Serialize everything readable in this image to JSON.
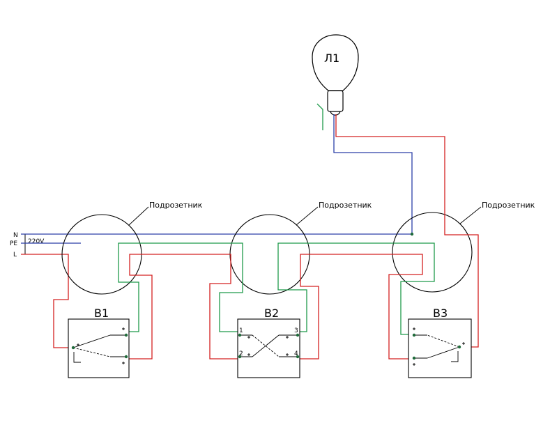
{
  "colors": {
    "phase": "#d42020",
    "neutral": "#2a3fa8",
    "ground": "#1f9a4a",
    "outline": "#000000",
    "dot": "#1f6b3a"
  },
  "lamp": {
    "label": "Л1"
  },
  "supply": {
    "n_label": "N",
    "pe_label": "PE",
    "l_label": "L",
    "voltage": "220V"
  },
  "boxes": [
    {
      "label": "Подрозетник"
    },
    {
      "label": "Подрозетник"
    },
    {
      "label": "Подрозетник"
    }
  ],
  "switches": [
    {
      "label": "В1"
    },
    {
      "label": "В2",
      "terminals": [
        "1",
        "2",
        "3",
        "4"
      ]
    },
    {
      "label": "В3"
    }
  ]
}
